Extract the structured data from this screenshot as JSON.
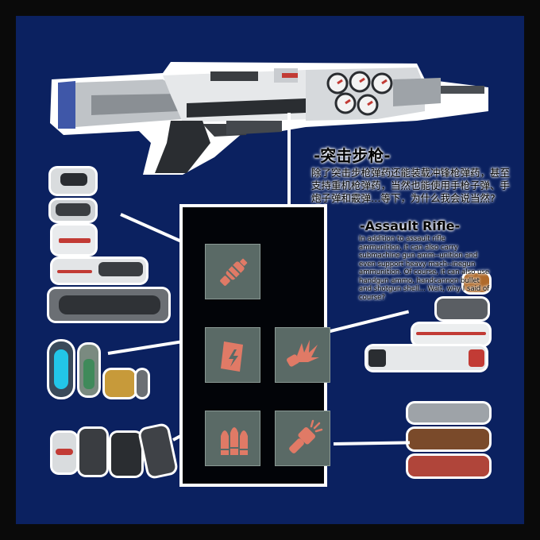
{
  "colors": {
    "background": "#0b2160",
    "outer_border": "#0a0a0a",
    "slot_frame": "#020408",
    "slot_tile": "#5a6a66",
    "icon": "#e07a66",
    "connector": "#ffffff"
  },
  "labels": {
    "cn_title": "-突击步枪-",
    "cn_body": "除了突击步枪弹药还能装载冲锋枪弹药，甚至支持重机枪弹药，当然也能使用手枪子弹、手炮子弹和霰弹…等下，为什么我会说当然?",
    "en_title": "-Assault Rifle-",
    "en_body": "In addition to assault rifle ammunition, it can also carry submachine gun amm--unition and even support heavy mach--inegun ammunition. Of course, it can also use handgun ammo, handcannon bullet and shotgun shell... Wait, why I said of course?"
  },
  "slots": [
    {
      "id": "muzzle",
      "icon": "muzzle-attachment-icon"
    },
    {
      "id": "magazine",
      "icon": "magazine-icon"
    },
    {
      "id": "bolt",
      "icon": "explosive-bolt-icon"
    },
    {
      "id": "ammo",
      "icon": "bullets-icon"
    },
    {
      "id": "barrel",
      "icon": "barrel-attachment-icon"
    }
  ],
  "rifle_icon": "assault-rifle-icon"
}
